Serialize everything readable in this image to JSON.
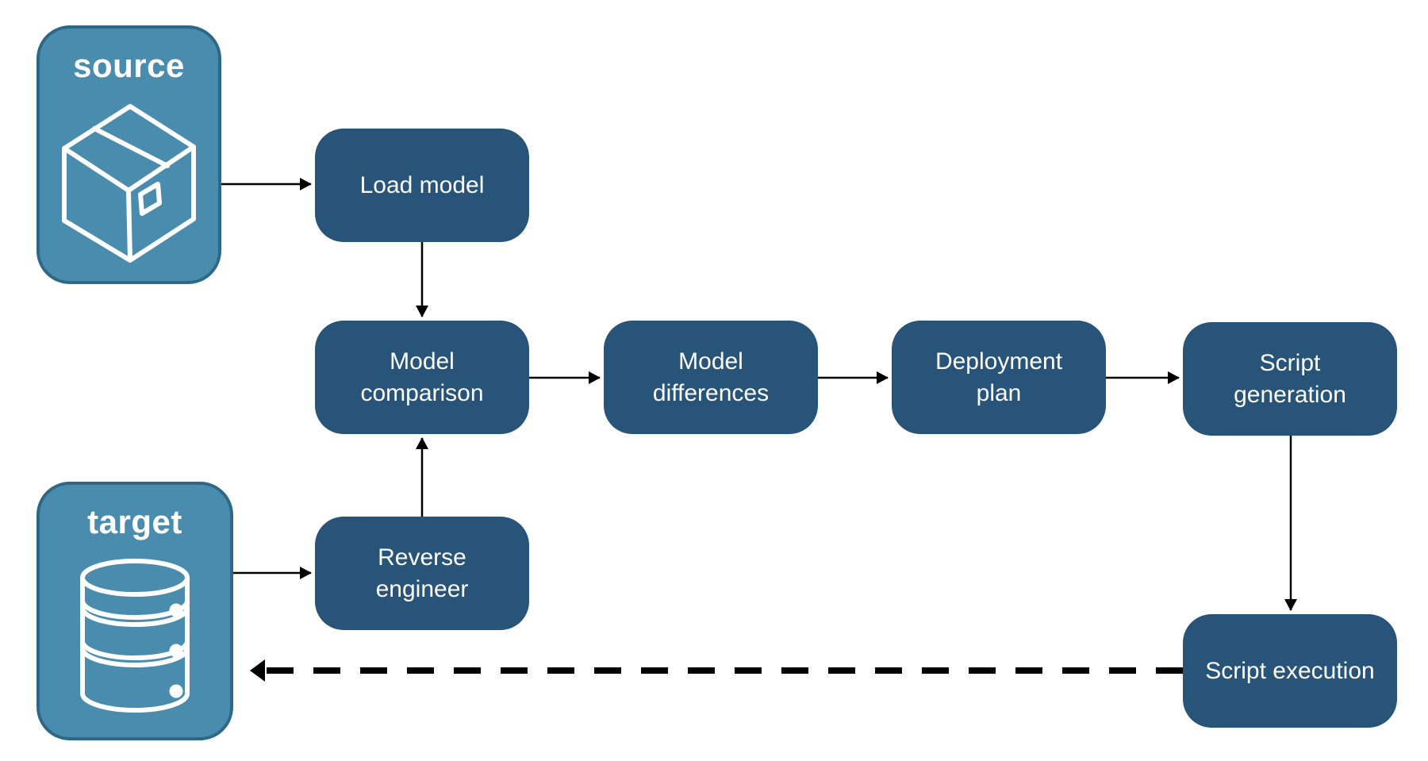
{
  "diagram": {
    "colors": {
      "node-fill": "#275478",
      "node-text": "#ffffff",
      "terminal-fill": "#4a8cad",
      "terminal-border": "#2e6886",
      "terminal-text": "#ffffff",
      "arrow": "#000000",
      "page-bg": "#ffffff"
    },
    "terminals": {
      "source": {
        "label": "source",
        "icon": "package-icon"
      },
      "target": {
        "label": "target",
        "icon": "database-icon"
      }
    },
    "nodes": {
      "load_model": {
        "label": "Load model"
      },
      "model_comparison": {
        "label": "Model comparison"
      },
      "model_differences": {
        "label": "Model differences"
      },
      "deployment_plan": {
        "label": "Deployment plan"
      },
      "script_generation": {
        "label": "Script generation"
      },
      "reverse_engineer": {
        "label": "Reverse engineer"
      },
      "script_execution": {
        "label": "Script execution"
      }
    },
    "flows": [
      {
        "from": "source",
        "to": "load_model",
        "style": "solid"
      },
      {
        "from": "load_model",
        "to": "model_comparison",
        "style": "solid"
      },
      {
        "from": "model_comparison",
        "to": "model_differences",
        "style": "solid"
      },
      {
        "from": "model_differences",
        "to": "deployment_plan",
        "style": "solid"
      },
      {
        "from": "deployment_plan",
        "to": "script_generation",
        "style": "solid"
      },
      {
        "from": "script_generation",
        "to": "script_execution",
        "style": "solid"
      },
      {
        "from": "target",
        "to": "reverse_engineer",
        "style": "solid"
      },
      {
        "from": "reverse_engineer",
        "to": "model_comparison",
        "style": "solid"
      },
      {
        "from": "script_execution",
        "to": "target",
        "style": "dashed"
      }
    ]
  }
}
